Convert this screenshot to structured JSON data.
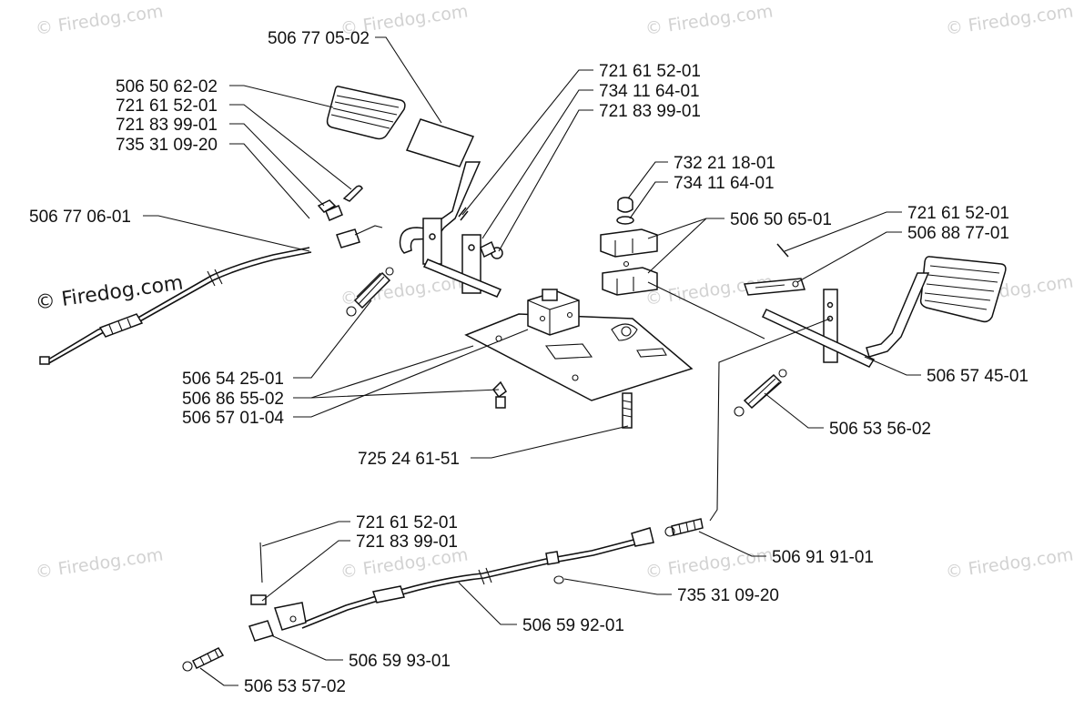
{
  "watermark": {
    "text": "© Firedog.com",
    "main_text": "© Firedog.com"
  },
  "labels": {
    "l01": "506 77 05-02",
    "l02": "506 50 62-02",
    "l03": "721 61 52-01",
    "l04": "721 83 99-01",
    "l05": "735 31 09-20",
    "l06": "506 77 06-01",
    "l07": "721 61 52-01",
    "l08": "734 11 64-01",
    "l09": "721 83 99-01",
    "l10": "732 21 18-01",
    "l11": "734 11 64-01",
    "l12": "506 50 65-01",
    "l13": "721 61 52-01",
    "l14": "506 88 77-01",
    "l15": "506 54 25-01",
    "l16": "506 86 55-02",
    "l17": "506 57 01-04",
    "l18": "506 57 45-01",
    "l19": "506 53 56-02",
    "l20": "725 24 61-51",
    "l21": "721 61 52-01",
    "l22": "721 83 99-01",
    "l23": "506 91 91-01",
    "l24": "735 31 09-20",
    "l25": "506 59 92-01",
    "l26": "506 59 93-01",
    "l27": "506 53 57-02"
  }
}
